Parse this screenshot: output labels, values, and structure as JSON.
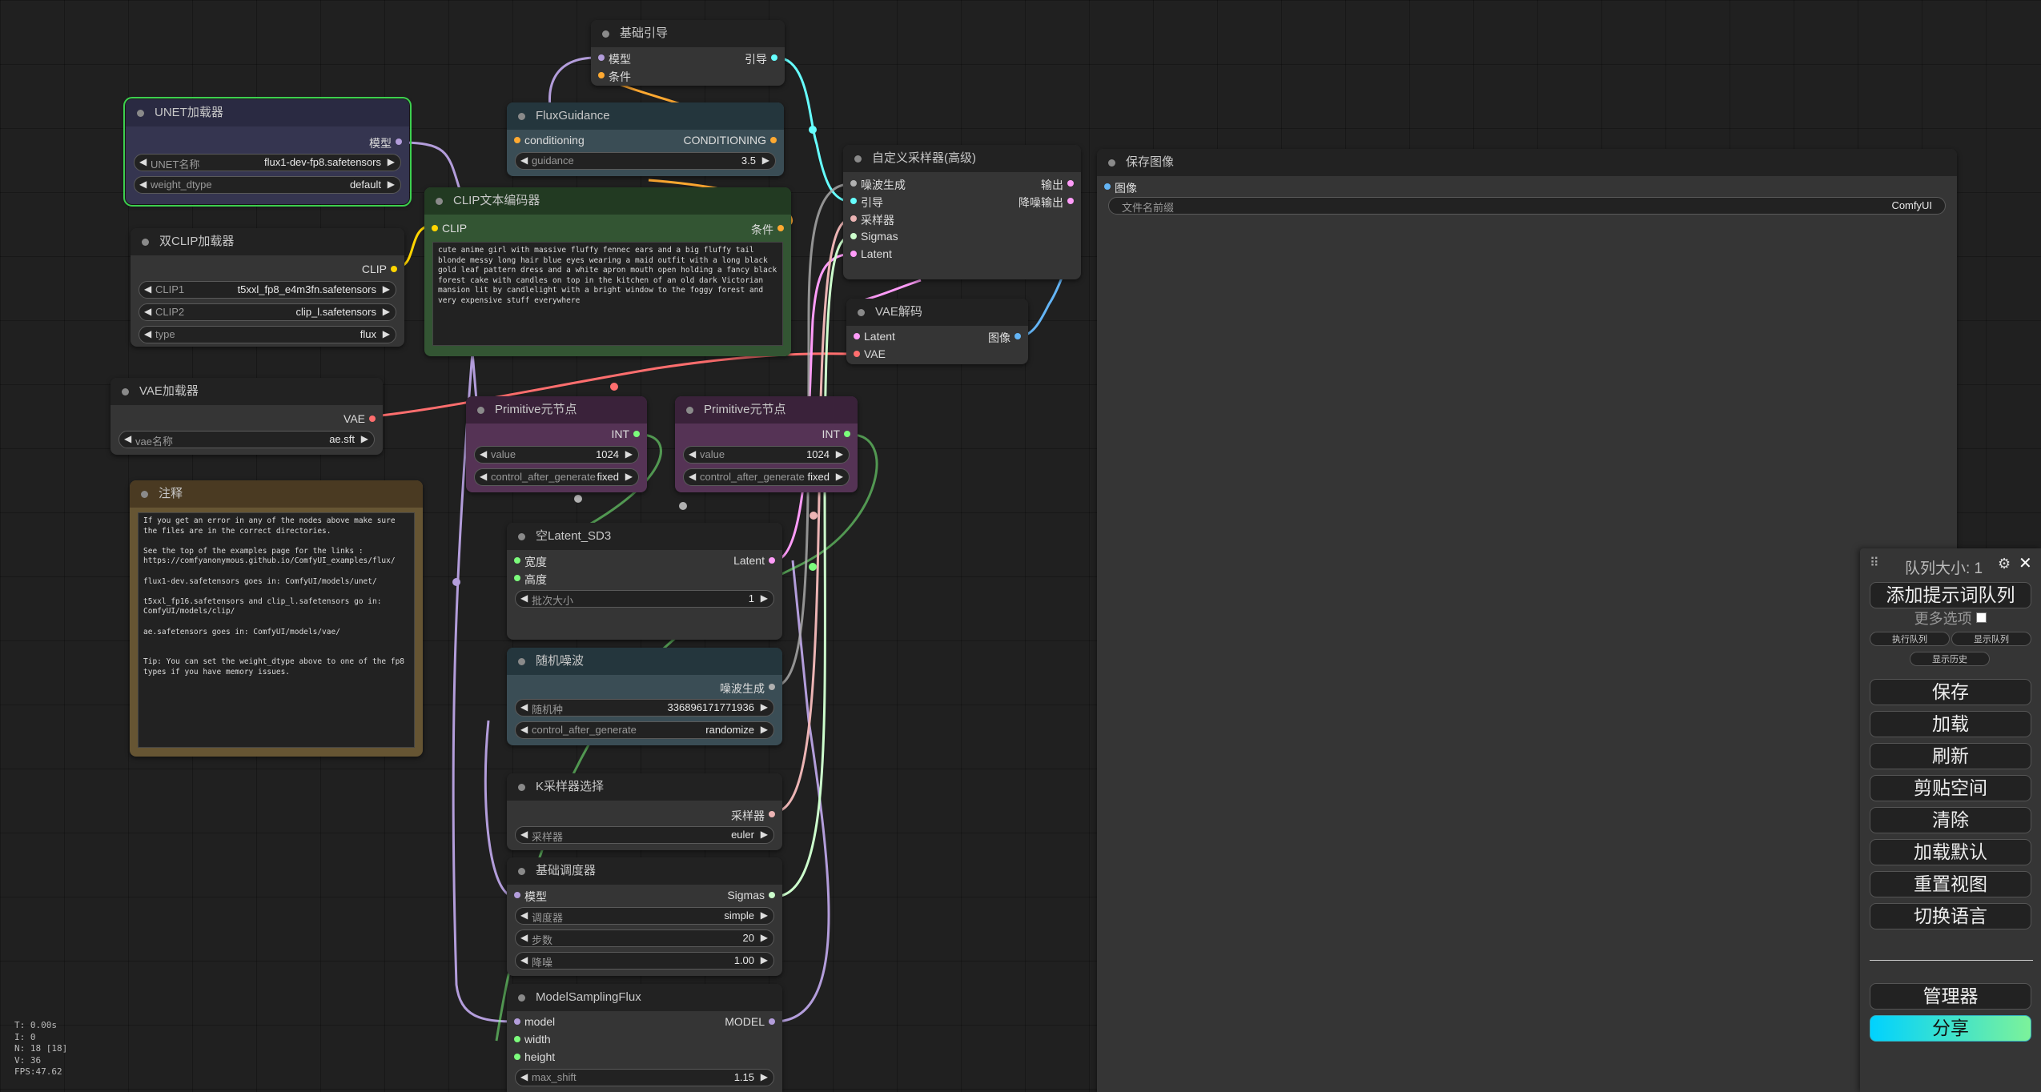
{
  "nodes": {
    "basic_guider": {
      "title": "基础引导",
      "in_model": "模型",
      "in_cond": "条件",
      "out_guider": "引导"
    },
    "unet": {
      "title": "UNET加载器",
      "out_model": "模型",
      "w1_label": "UNET名称",
      "w1_value": "flux1-dev-fp8.safetensors",
      "w2_label": "weight_dtype",
      "w2_value": "default"
    },
    "flux_guidance": {
      "title": "FluxGuidance",
      "in": "conditioning",
      "out": "CONDITIONING",
      "w_label": "guidance",
      "w_value": "3.5"
    },
    "clip_text": {
      "title": "CLIP文本编码器",
      "in": "CLIP",
      "out": "条件",
      "text": "cute anime girl with massive fluffy fennec ears and a big fluffy tail blonde messy long hair blue eyes wearing a maid outfit with a long black gold leaf pattern dress and a white apron mouth open holding a fancy black forest cake with candles on top in the kitchen of an old dark Victorian mansion lit by candlelight with a bright window to the foggy forest and very expensive stuff everywhere"
    },
    "dual_clip": {
      "title": "双CLIP加载器",
      "out": "CLIP",
      "w1_label": "CLIP1",
      "w1_value": "t5xxl_fp8_e4m3fn.safetensors",
      "w2_label": "CLIP2",
      "w2_value": "clip_l.safetensors",
      "w3_label": "type",
      "w3_value": "flux"
    },
    "custom_sampler": {
      "title": "自定义采样器(高级)",
      "in1": "噪波生成",
      "in2": "引导",
      "in3": "采样器",
      "in4": "Sigmas",
      "in5": "Latent",
      "out1": "输出",
      "out2": "降噪输出"
    },
    "save_image": {
      "title": "保存图像",
      "in": "图像",
      "w_label": "文件名前缀",
      "w_value": "ComfyUI"
    },
    "vae_decode": {
      "title": "VAE解码",
      "in1": "Latent",
      "in2": "VAE",
      "out": "图像"
    },
    "vae_loader": {
      "title": "VAE加载器",
      "out": "VAE",
      "w_label": "vae名称",
      "w_value": "ae.sft"
    },
    "primitive1": {
      "title": "Primitive元节点",
      "out": "INT",
      "w1_label": "value",
      "w1_value": "1024",
      "w2_label": "control_after_generate",
      "w2_value": "fixed"
    },
    "primitive2": {
      "title": "Primitive元节点",
      "out": "INT",
      "w1_label": "value",
      "w1_value": "1024",
      "w2_label": "control_after_generate",
      "w2_value": "fixed"
    },
    "note": {
      "title": "注释",
      "text": "If you get an error in any of the nodes above make sure the files are in the correct directories.\n\nSee the top of the examples page for the links : https://comfyanonymous.github.io/ComfyUI_examples/flux/\n\nflux1-dev.safetensors goes in: ComfyUI/models/unet/\n\nt5xxl_fp16.safetensors and clip_l.safetensors go in: ComfyUI/models/clip/\n\nae.safetensors goes in: ComfyUI/models/vae/\n\n\nTip: You can set the weight_dtype above to one of the fp8 types if you have memory issues."
    },
    "empty_latent": {
      "title": "空Latent_SD3",
      "in1": "宽度",
      "in2": "高度",
      "out": "Latent",
      "w_label": "批次大小",
      "w_value": "1"
    },
    "random_noise": {
      "title": "随机噪波",
      "out": "噪波生成",
      "w1_label": "随机种",
      "w1_value": "336896171771936",
      "w2_label": "control_after_generate",
      "w2_value": "randomize"
    },
    "ksampler_select": {
      "title": "K采样器选择",
      "out": "采样器",
      "w_label": "采样器",
      "w_value": "euler"
    },
    "basic_scheduler": {
      "title": "基础调度器",
      "in": "模型",
      "out": "Sigmas",
      "w1_label": "调度器",
      "w1_value": "simple",
      "w2_label": "步数",
      "w2_value": "20",
      "w3_label": "降噪",
      "w3_value": "1.00"
    },
    "model_sampling": {
      "title": "ModelSamplingFlux",
      "in1": "model",
      "in2": "width",
      "in3": "height",
      "out": "MODEL",
      "w_label": "max_shift",
      "w_value": "1.15"
    }
  },
  "queue": {
    "title": "队列大小: 1",
    "queue_prompt": "添加提示词队列",
    "more_options": "更多选项",
    "queue_front": "执行队列",
    "view_queue": "显示队列",
    "view_history": "显示历史",
    "save": "保存",
    "load": "加载",
    "refresh": "刷新",
    "clipspace": "剪贴空间",
    "clear": "清除",
    "load_default": "加载默认",
    "reset_view": "重置视图",
    "switch_lang": "切换语言",
    "manager": "管理器",
    "share": "分享"
  },
  "stats": {
    "t": "T: 0.00s",
    "i": "I: 0",
    "n": "N: 18 [18]",
    "v": "V: 36",
    "fps": "FPS:47.62"
  },
  "colors": {
    "model": "#b39ddb",
    "clip": "#ffd500",
    "conditioning": "#ffa931",
    "vae": "#ff6e6e",
    "latent": "#ff9cf9",
    "image": "#64b5f6",
    "int": "#7cfc7c",
    "guider": "#66ffff",
    "noise": "#b0b0b0",
    "sampler": "#ecb4b4",
    "sigmas": "#cdffcd"
  }
}
